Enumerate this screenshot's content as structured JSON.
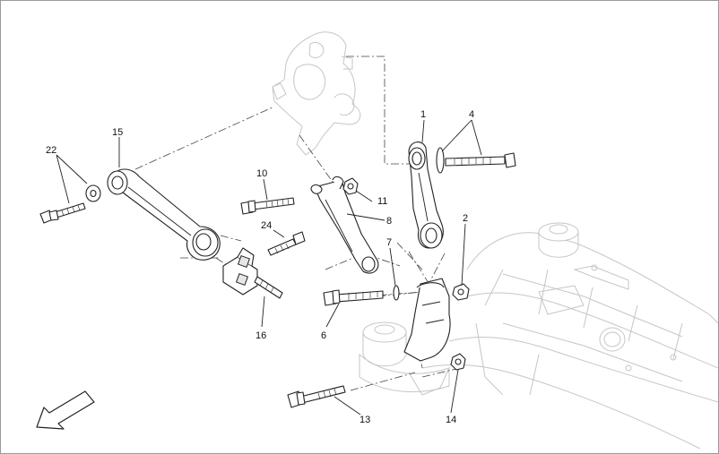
{
  "callouts": {
    "c1": "1",
    "c2": "2",
    "c4": "4",
    "c6": "6",
    "c7": "7",
    "c8": "8",
    "c10": "10",
    "c11": "11",
    "c13": "13",
    "c14": "14",
    "c15": "15",
    "c16": "16",
    "c22": "22",
    "c24": "24"
  },
  "colors": {
    "line": "#222222",
    "ghost": "#c6c6c6",
    "frame": "#9a9a9a"
  },
  "icons": {
    "direction": "front-direction-arrow-icon"
  }
}
